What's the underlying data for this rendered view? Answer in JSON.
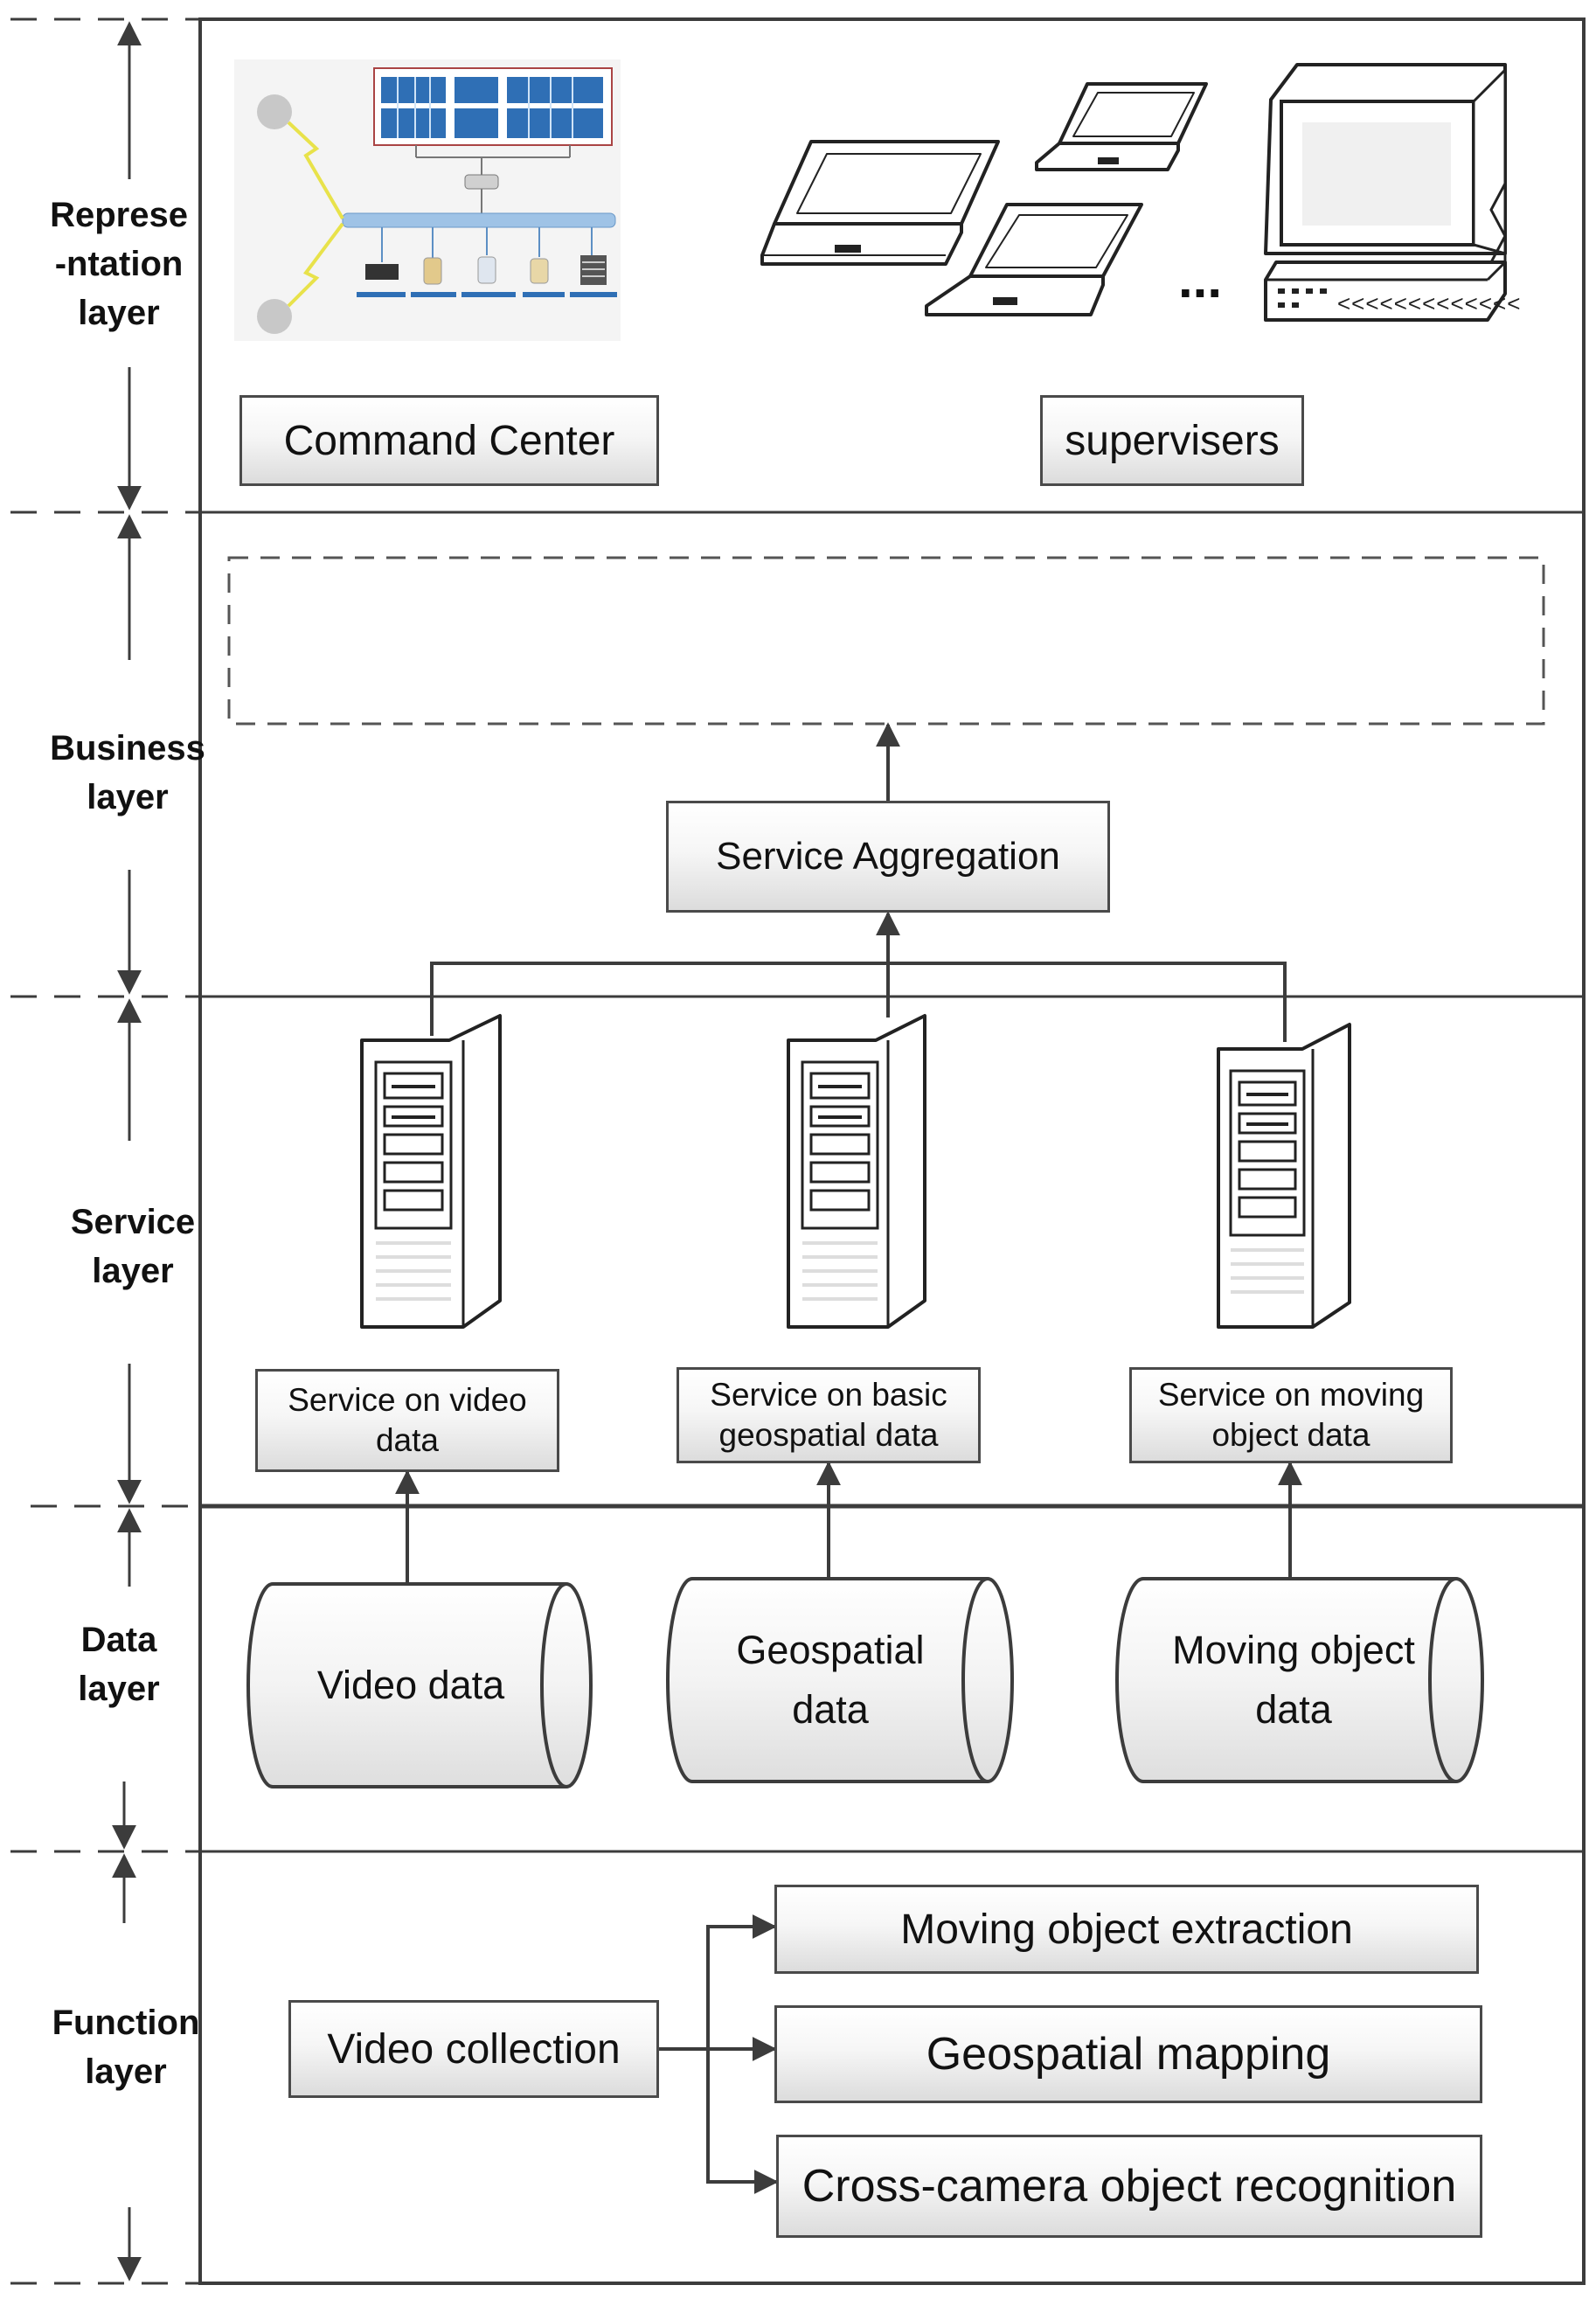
{
  "layers": {
    "representation": {
      "line1": "Represe",
      "line2": "-ntation",
      "line3": "layer"
    },
    "business": {
      "line1": "Business",
      "line2": "layer"
    },
    "service": {
      "line1": "Service",
      "line2": "layer"
    },
    "data": {
      "line1": "Data",
      "line2": "layer"
    },
    "function": {
      "line1": "Function",
      "line2": "layer"
    }
  },
  "representation": {
    "command_center": "Command Center",
    "supervisers": "supervisers",
    "ellipsis": "..."
  },
  "business": {
    "service_aggregation": "Service Aggregation"
  },
  "services": [
    {
      "line1": "Service on video",
      "line2": "data"
    },
    {
      "line1": "Service on basic",
      "line2": "geospatial data"
    },
    {
      "line1": "Service on moving",
      "line2": "object data"
    }
  ],
  "data_stores": [
    {
      "line1": "Video data",
      "line2": ""
    },
    {
      "line1": "Geospatial",
      "line2": "data"
    },
    {
      "line1": "Moving object",
      "line2": "data"
    }
  ],
  "functions": {
    "video_collection": "Video collection",
    "moving_object_extraction": "Moving object extraction",
    "geospatial_mapping": "Geospatial mapping",
    "cross_camera_recognition": "Cross-camera object recognition"
  },
  "colors": {
    "line": "#3c3c3c",
    "box_border": "#4a4a4a",
    "screen_blue": "#2f6fb5",
    "net_bar": "#9fc3e6"
  }
}
